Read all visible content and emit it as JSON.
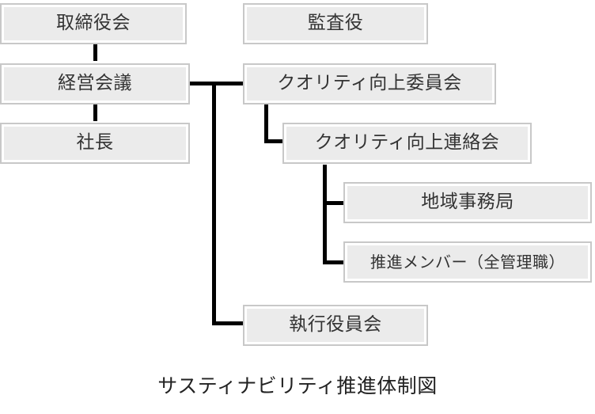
{
  "diagram": {
    "caption": "サスティナビリティ推進体制図",
    "colors": {
      "box_fill": "#ebebeb",
      "box_border": "#c8c8c8",
      "connector": "#000000",
      "text": "#333333",
      "background": "#ffffff"
    },
    "nodes": [
      {
        "id": "board-of-directors",
        "label": "取締役会"
      },
      {
        "id": "management-meeting",
        "label": "経営会議"
      },
      {
        "id": "president",
        "label": "社長"
      },
      {
        "id": "auditor",
        "label": "監査役"
      },
      {
        "id": "quality-improvement-committee",
        "label": "クオリティ向上委員会"
      },
      {
        "id": "quality-improvement-liaison",
        "label": "クオリティ向上連絡会"
      },
      {
        "id": "regional-office",
        "label": "地域事務局"
      },
      {
        "id": "promotion-members",
        "label": "推進メンバー（全管理職）"
      },
      {
        "id": "executive-officers-meeting",
        "label": "執行役員会"
      }
    ]
  }
}
